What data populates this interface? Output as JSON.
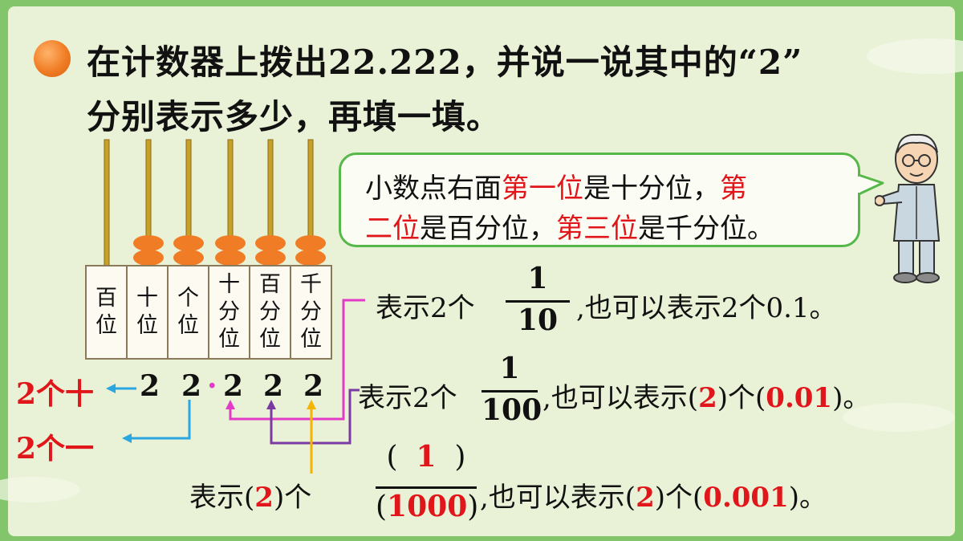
{
  "task": {
    "line1": "在计数器上拨出22.222，并说一说其中的“2”",
    "line2": "分别表示多少，再填一填。"
  },
  "tip": {
    "line1": [
      {
        "text": "小数点右面",
        "red": false
      },
      {
        "text": "第一位",
        "red": true
      },
      {
        "text": "是十分位，",
        "red": false
      },
      {
        "text": "第",
        "red": true
      }
    ],
    "line2": [
      {
        "text": "二位",
        "red": true
      },
      {
        "text": "是百分位，",
        "red": false
      },
      {
        "text": "第三位",
        "red": true
      },
      {
        "text": "是千分位。",
        "red": false
      }
    ]
  },
  "place_values": [
    {
      "label": [
        "百",
        "位"
      ]
    },
    {
      "label": [
        "十",
        "位"
      ]
    },
    {
      "label": [
        "个",
        "位"
      ]
    },
    {
      "label": [
        "十",
        "分",
        "位"
      ]
    },
    {
      "label": [
        "百",
        "分",
        "位"
      ]
    },
    {
      "label": [
        "千",
        "分",
        "位"
      ]
    }
  ],
  "number": {
    "digits": [
      "2",
      "2",
      "2",
      "2",
      "2"
    ],
    "point": "·"
  },
  "left_labels": {
    "tens": "2个十",
    "ones": "2个一"
  },
  "tenths": {
    "prefix": "表示2个",
    "numerator": "1",
    "denominator": "10",
    "suffix": ",也可以表示2个0.1。"
  },
  "hundredths": {
    "prefix": "表示2个",
    "numerator": "1",
    "denominator": "100",
    "suffix_a": ",也可以表示(",
    "count": "2",
    "suffix_b": ")个(",
    "decimal": "0.01",
    "suffix_c": ")。"
  },
  "thousandths": {
    "prefix_a": "表示(",
    "count": "2",
    "prefix_b": ")个",
    "paren_open": "(",
    "numerator": "1",
    "paren_close": ")",
    "denominator_open": "(",
    "denominator": "1000",
    "denominator_close": ")",
    "suffix_a": ",也可以表示(",
    "count2": "2",
    "suffix_b": ")个(",
    "decimal": "0.001",
    "suffix_c": ")。"
  },
  "colors": {
    "frame": "#7cc36a",
    "answer": "#e0161b",
    "arrow_tens": "#2aa7e0",
    "arrow_ones": "#2aa7e0",
    "arrow_tenths": "#e23bc8",
    "arrow_hundredths": "#7b3aa2",
    "arrow_thousandths": "#f5b400",
    "bead": "#f07d25",
    "rod": "#c8a12a"
  },
  "illustration": "teacher-character"
}
